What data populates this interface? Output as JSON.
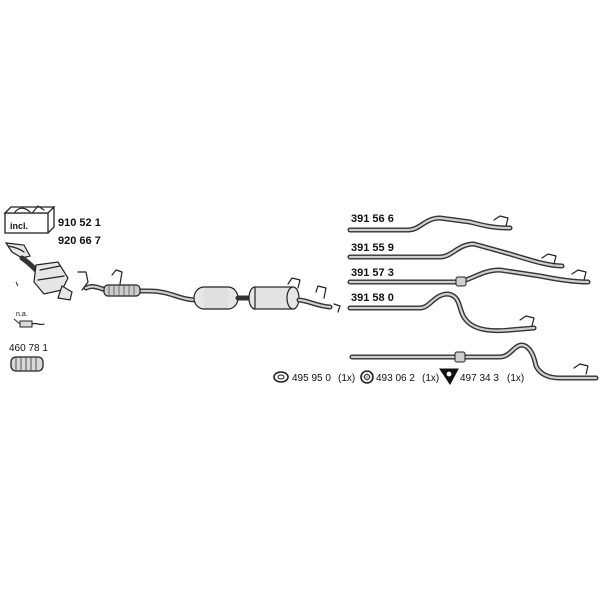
{
  "kit": {
    "label": "incl.",
    "part_numbers": [
      "910 52 1",
      "920 66 7"
    ]
  },
  "sensor": {
    "label": "n.a."
  },
  "clamp": {
    "part_number": "460 78 1"
  },
  "tailpipes": [
    {
      "part_number": "391 56 6"
    },
    {
      "part_number": "391 55 9"
    },
    {
      "part_number": "391 57 3"
    },
    {
      "part_number": "391 58 0"
    }
  ],
  "fittings": [
    {
      "part_number": "495 95 0",
      "qty": "(1x)",
      "icon": "rubber-ring-icon"
    },
    {
      "part_number": "493 06 2",
      "qty": "(1x)",
      "icon": "gasket-ring-icon"
    },
    {
      "part_number": "497 34 3",
      "qty": "(1x)",
      "icon": "hanger-mount-icon"
    }
  ]
}
